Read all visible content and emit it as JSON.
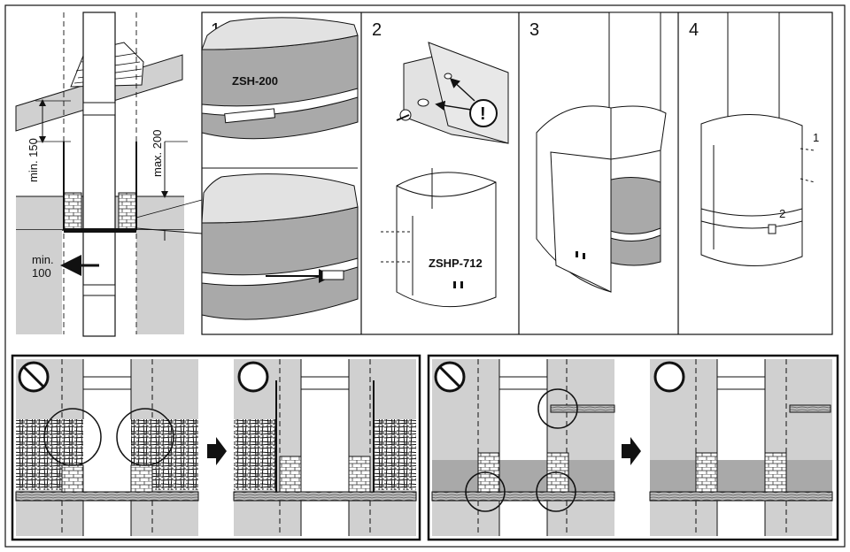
{
  "panels": {
    "step1": {
      "number": "1",
      "sleeve_label": "ZSH-200"
    },
    "step2": {
      "number": "2",
      "shield_label": "ZSHP-712",
      "warning_symbol": "!"
    },
    "step3": {
      "number": "3"
    },
    "step4": {
      "number": "4",
      "callout_1": "1",
      "callout_2": "2"
    }
  },
  "dimensions": {
    "min_150": "min. 150",
    "max_200": "max. 200",
    "min_100_line1": "min.",
    "min_100_line2": "100"
  },
  "bottom": {
    "left_wrong_icon": "prohibited-icon",
    "left_right_icon": "correct-circle-icon",
    "right_wrong_icon": "prohibited-icon",
    "right_right_icon": "correct-circle-icon",
    "arrow_icon": "arrow-right-icon"
  },
  "colors": {
    "gray": "#d0d0d0",
    "dark_gray": "#8a8a8a",
    "line": "#111111"
  }
}
